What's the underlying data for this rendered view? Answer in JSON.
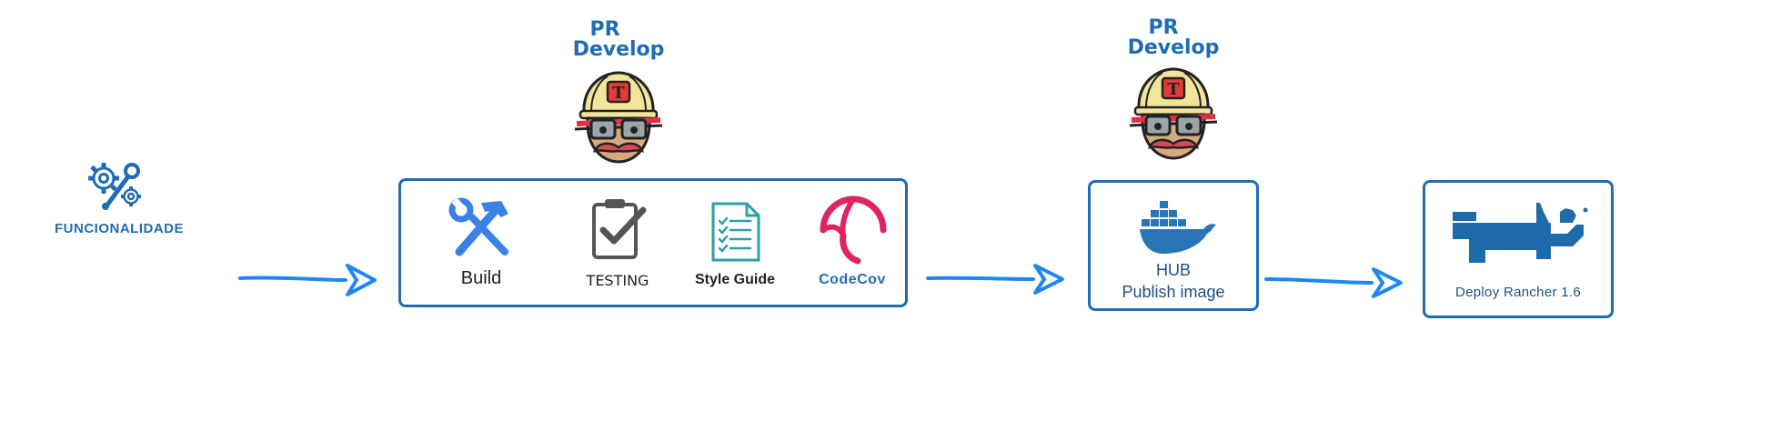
{
  "diagram": {
    "colors": {
      "primary_blue": "#1f6cb5",
      "arrow_blue": "#1e88f0",
      "codecov_red": "#e0245e",
      "docker_blue": "#2a74b8",
      "rancher_blue": "#1f6aa8",
      "teal": "#2aa1a7"
    },
    "funcionalidade": {
      "icon": "gear-wrench-icon",
      "label": "FUNCIONALIDADE"
    },
    "travis_top": [
      {
        "line1": "PR",
        "line2": "Develop",
        "icon": "travis-ci-mascot-icon"
      },
      {
        "line1": "PR",
        "line2": "Develop",
        "icon": "travis-ci-mascot-icon"
      }
    ],
    "ci_box": {
      "steps": [
        {
          "label": "Build",
          "icon": "hammer-wrench-icon"
        },
        {
          "label": "TESTING",
          "icon": "clipboard-check-icon"
        },
        {
          "label": "Style Guide",
          "icon": "checklist-document-icon"
        },
        {
          "label": "CodeCov",
          "icon": "codecov-umbrella-icon"
        }
      ]
    },
    "hub_box": {
      "icon": "docker-whale-icon",
      "title": "HUB",
      "subtitle": "Publish image"
    },
    "rancher_box": {
      "icon": "rancher-bull-icon",
      "label": "Deploy Rancher 1.6"
    }
  }
}
